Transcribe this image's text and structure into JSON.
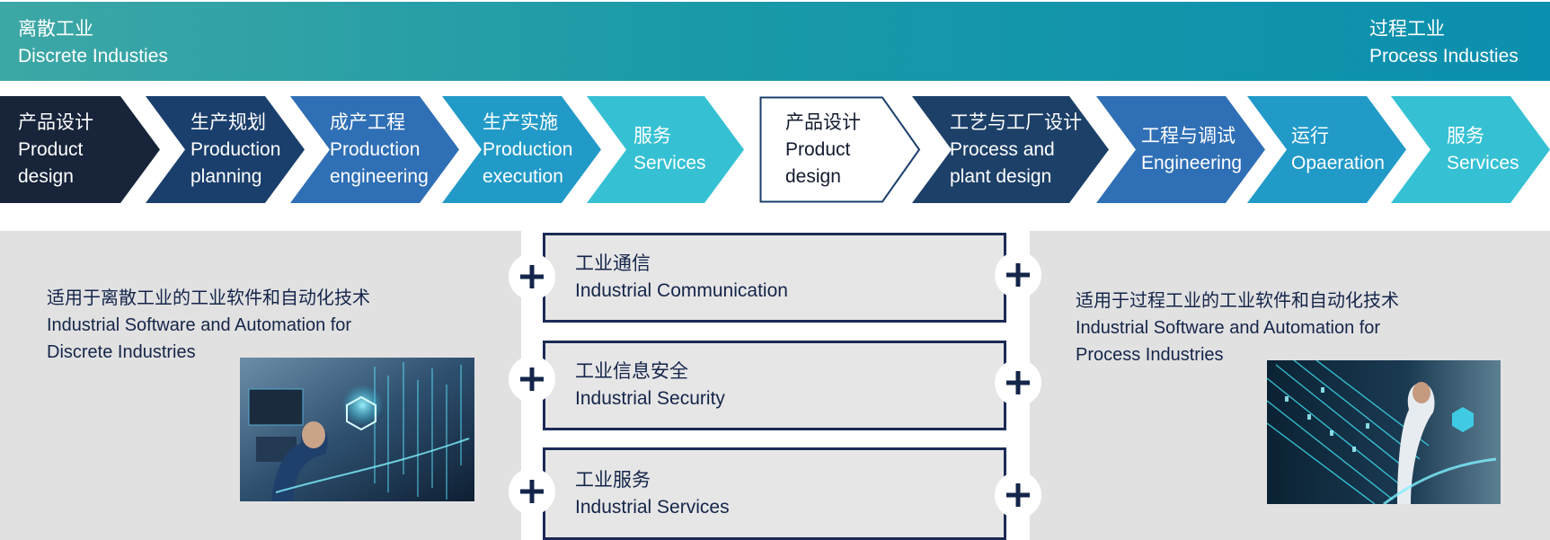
{
  "banner": {
    "left": {
      "zh": "离散工业",
      "en": "Discrete Industies"
    },
    "right": {
      "zh": "过程工业",
      "en": "Process Industies"
    }
  },
  "chevrons": [
    {
      "lines": [
        "产品设计",
        "Product",
        "design"
      ],
      "color": "#17243a"
    },
    {
      "lines": [
        "生产规划",
        "Production",
        "planning"
      ],
      "color": "#1b3f6c"
    },
    {
      "lines": [
        "成产工程",
        "Production",
        "engineering"
      ],
      "color": "#2f6fb5"
    },
    {
      "lines": [
        "生产实施",
        "Production",
        "execution"
      ],
      "color": "#219ac8"
    },
    {
      "lines": [
        "服务",
        "Services"
      ],
      "color": "#35c1d3"
    },
    {
      "lines": [
        "产品设计",
        "Product",
        "design"
      ],
      "color": "#ffffff"
    },
    {
      "lines": [
        "工艺与工厂设计",
        "Process and",
        "plant design"
      ],
      "color": "#1d4068"
    },
    {
      "lines": [
        "工程与调试",
        "Engineering"
      ],
      "color": "#2f6fb5"
    },
    {
      "lines": [
        "运行",
        "Opaeration"
      ],
      "color": "#219ac8"
    },
    {
      "lines": [
        "服务",
        "Services"
      ],
      "color": "#35c1d3"
    }
  ],
  "left_panel": {
    "zh": "适用于离散工业的工业软件和自动化技术",
    "en1": "Industrial Software and Automation for",
    "en2": "Discrete Industries"
  },
  "right_panel": {
    "zh": "适用于过程工业的工业软件和自动化技术",
    "en1": "Industrial Software and Automation for",
    "en2": "Process Industries"
  },
  "boxes": [
    {
      "zh": "工业通信",
      "en": "Industrial Communication"
    },
    {
      "zh": "工业信息安全",
      "en": "Industrial Security"
    },
    {
      "zh": "工业服务",
      "en": "Industrial Services"
    }
  ],
  "icons": {
    "plus": "plus-icon"
  },
  "colors": {
    "navy": "#14254a",
    "teal": "#1a9aa8",
    "panel": "#e1e1e1"
  }
}
